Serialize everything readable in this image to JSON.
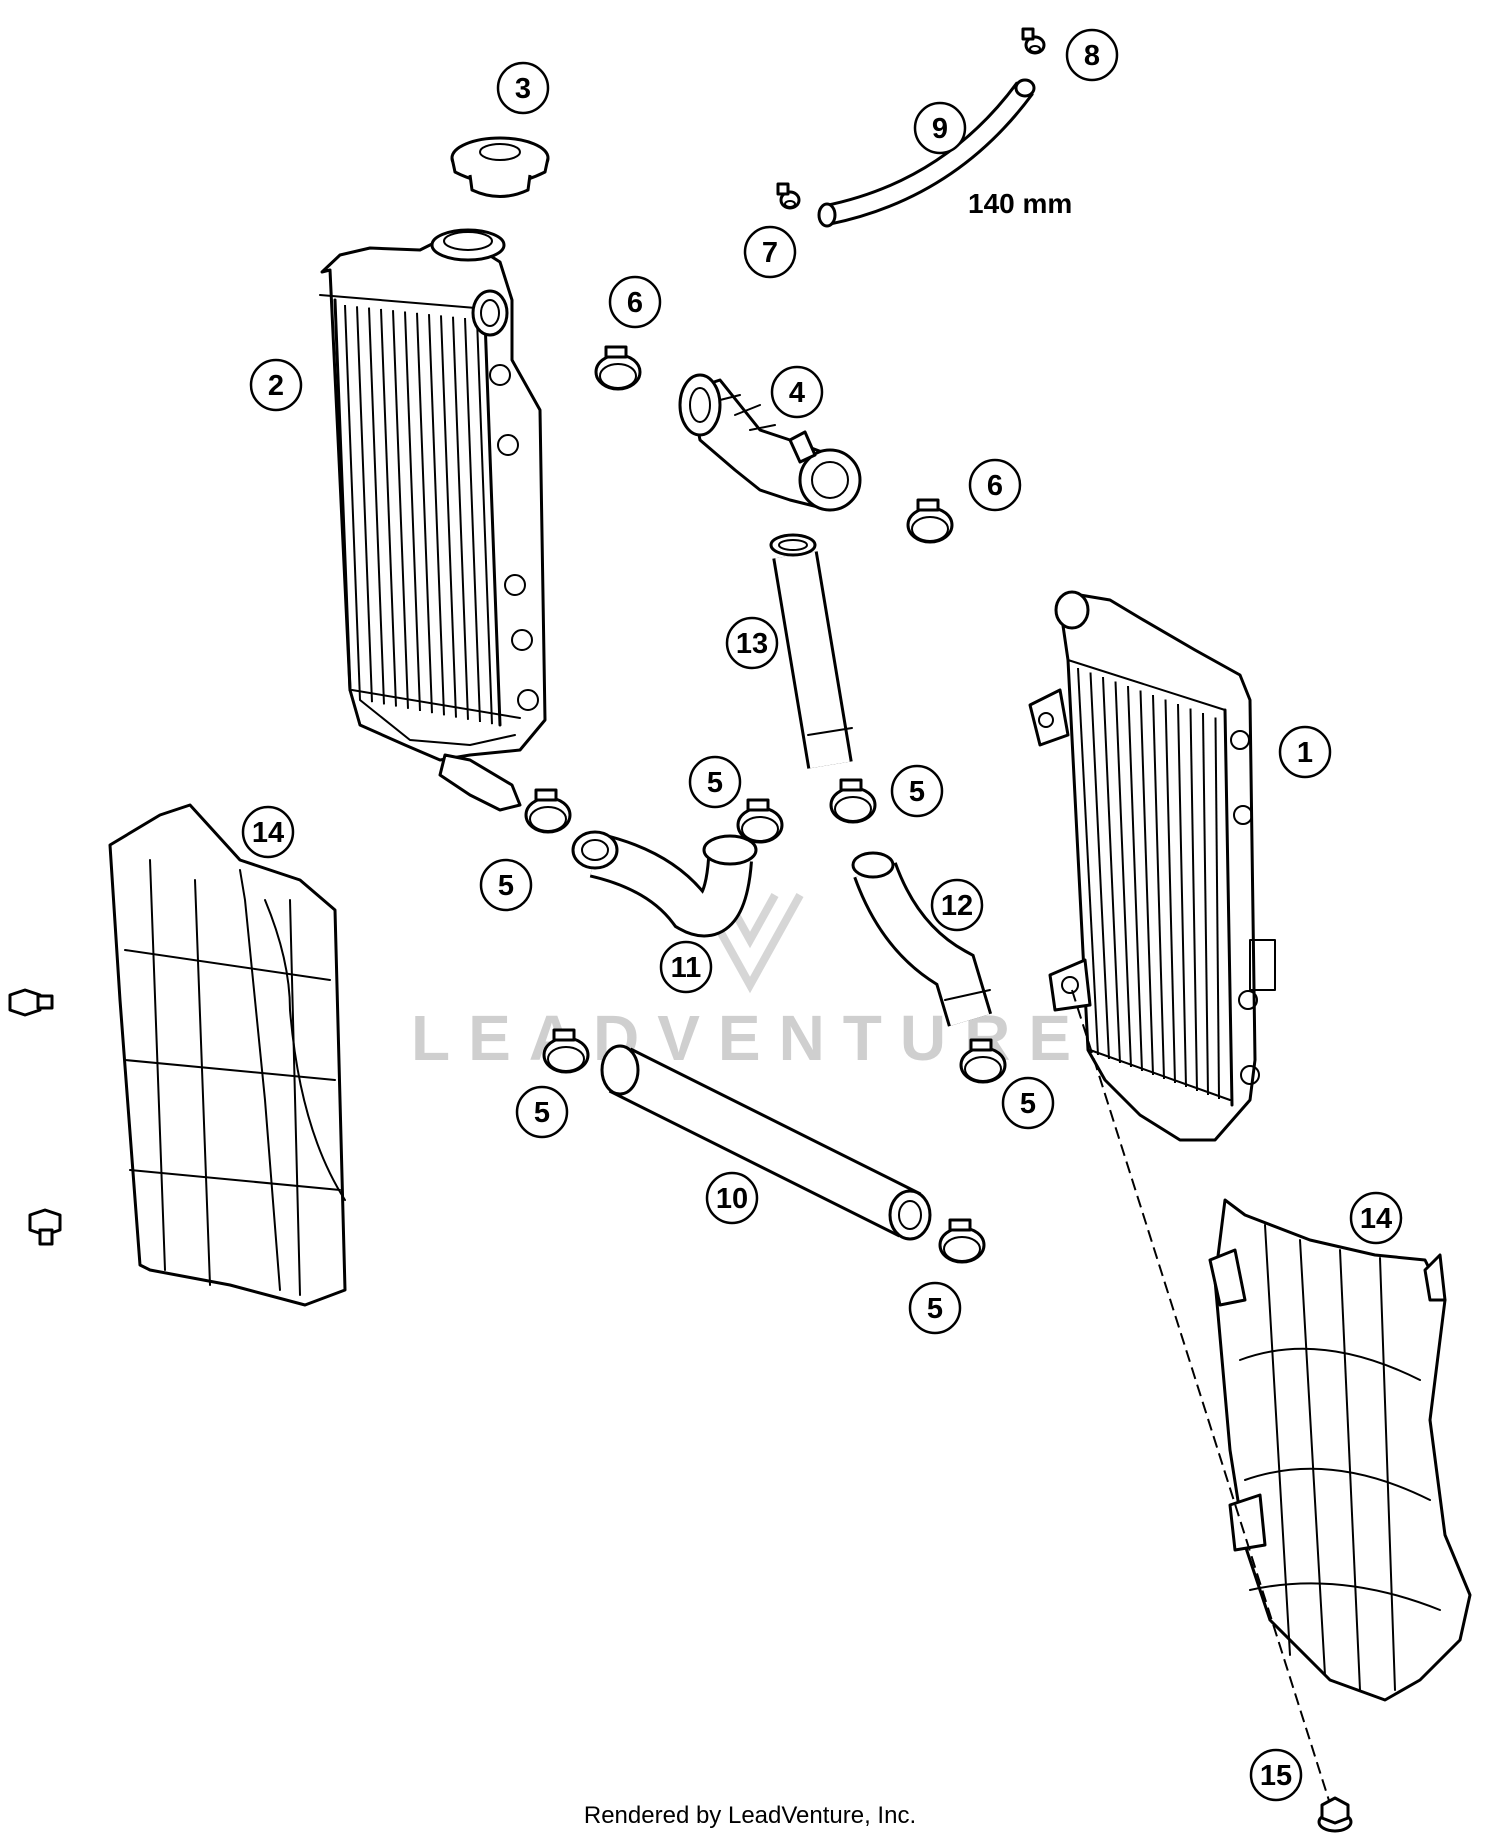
{
  "watermark": "LEADVENTURE",
  "footer": "Rendered by LeadVenture, Inc.",
  "dimension_label": "140 mm",
  "callouts": {
    "c1": "1",
    "c2": "2",
    "c3": "3",
    "c4": "4",
    "c5a": "5",
    "c5b": "5",
    "c5c": "5",
    "c5d": "5",
    "c5e": "5",
    "c5f": "5",
    "c6a": "6",
    "c6b": "6",
    "c7": "7",
    "c8": "8",
    "c9": "9",
    "c10": "10",
    "c11": "11",
    "c12": "12",
    "c13": "13",
    "c14a": "14",
    "c14b": "14",
    "c15": "15"
  }
}
